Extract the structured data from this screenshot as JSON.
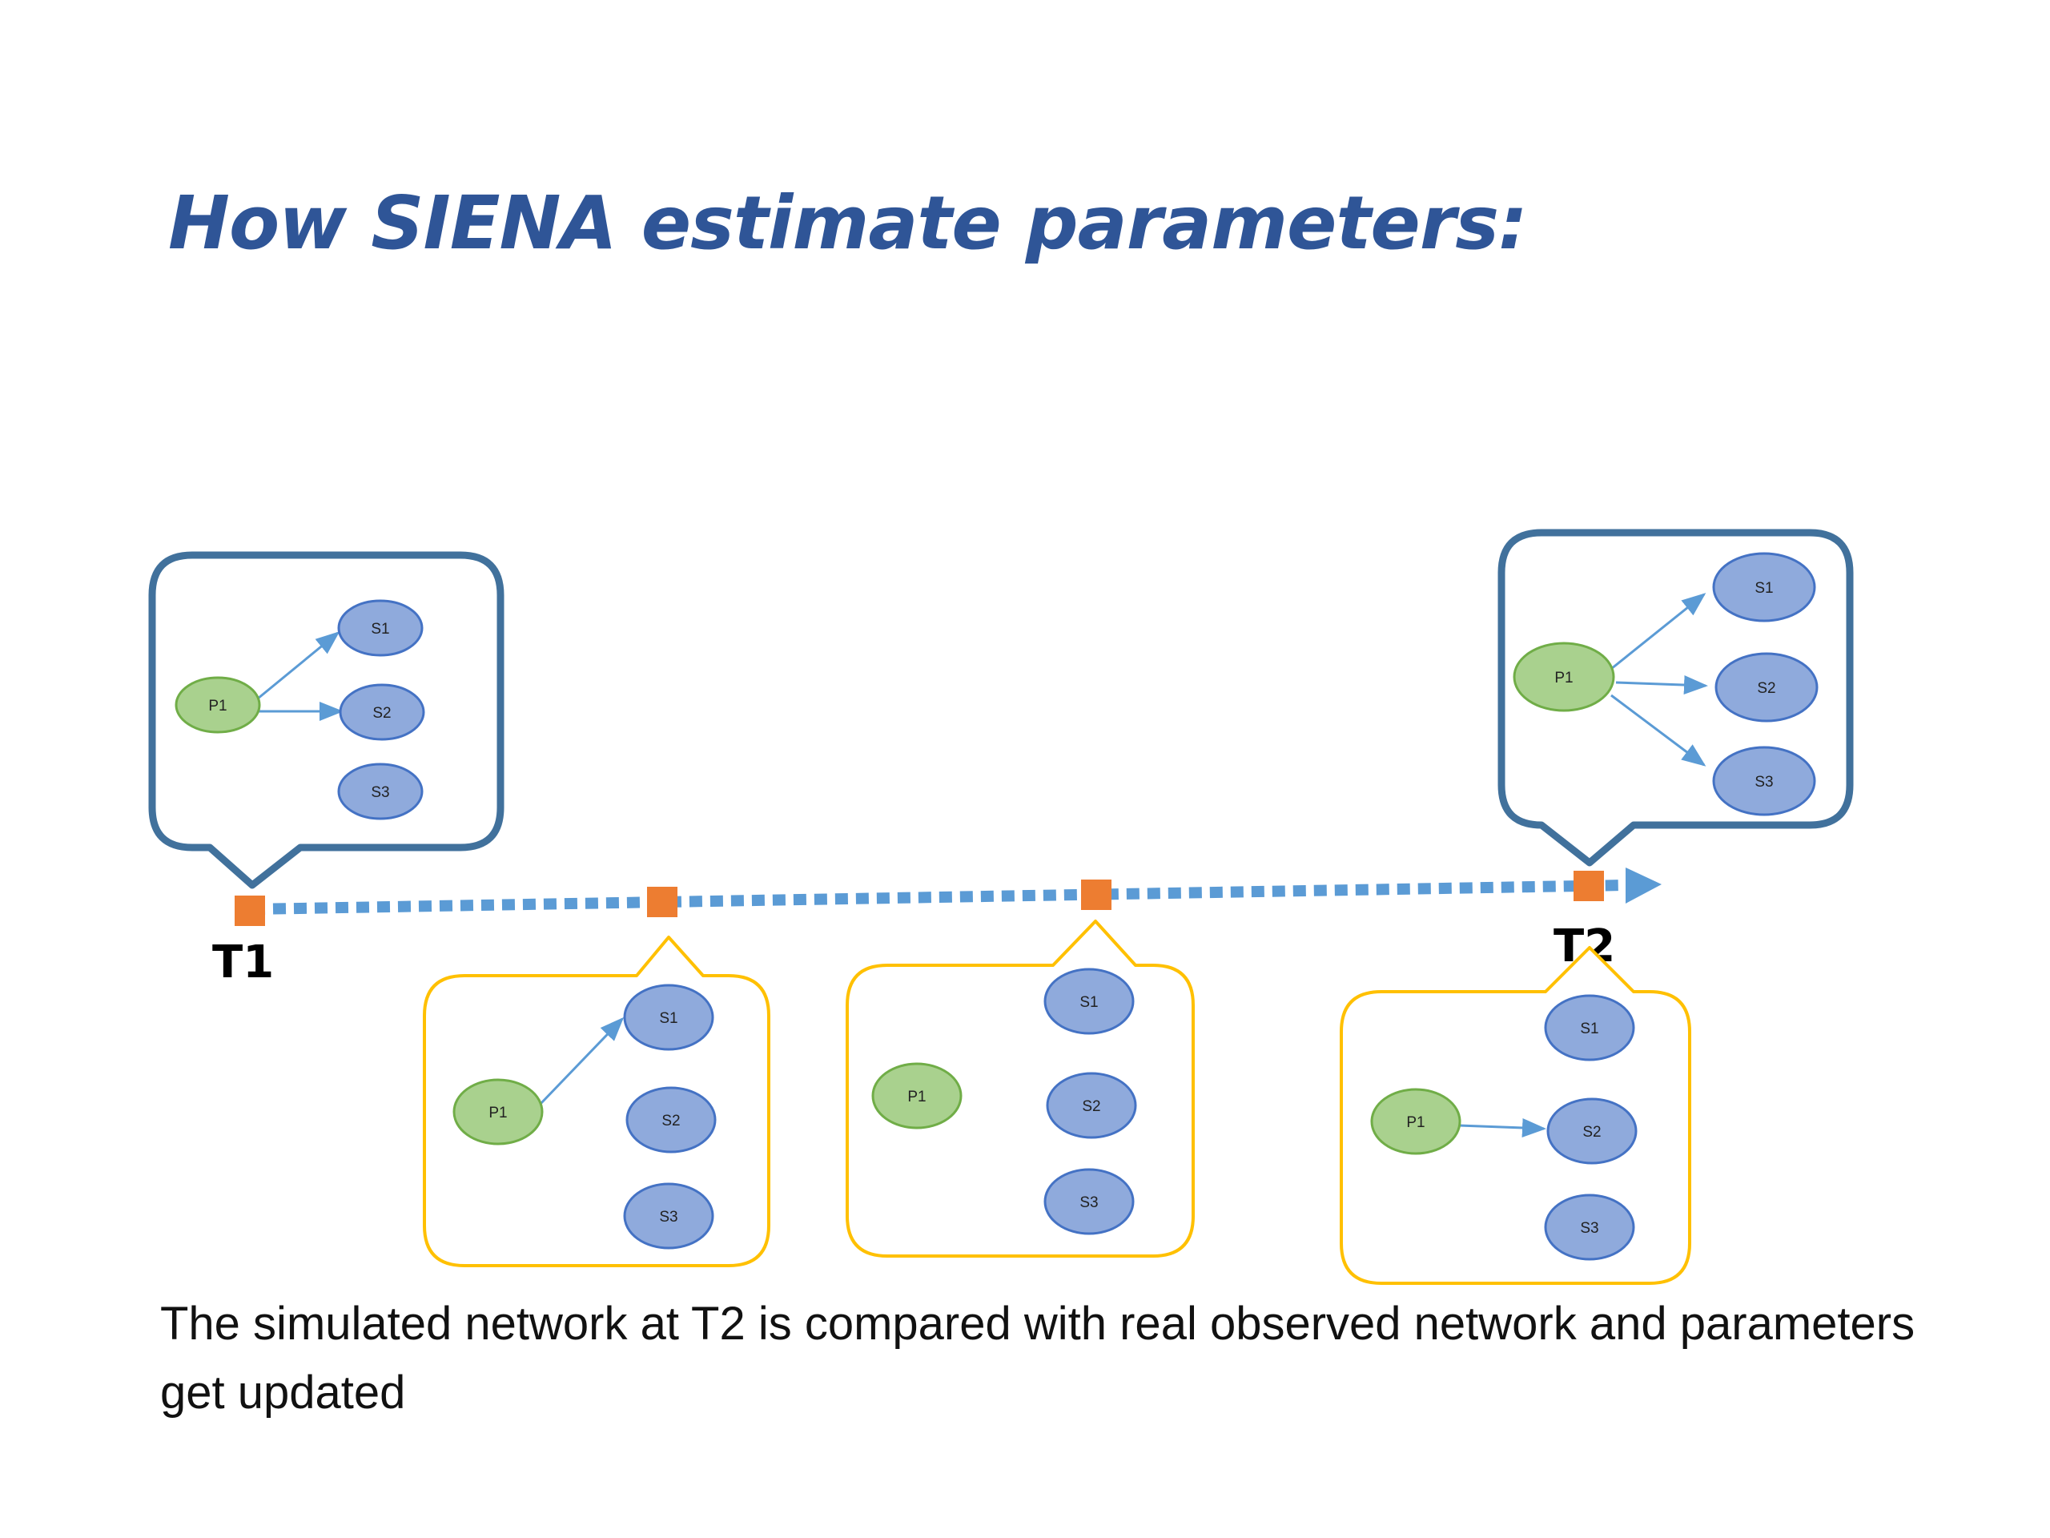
{
  "slide": {
    "title": "How SIENA estimate parameters:",
    "caption": "The simulated network at T2 is compared with real observed network and parameters get updated"
  },
  "timeline": {
    "start_label": "T1",
    "end_label": "T2"
  },
  "nodes": {
    "p1": "P1",
    "s1": "S1",
    "s2": "S2",
    "s3": "S3"
  },
  "colors": {
    "title": "#2f5597",
    "timeline": "#5b9bd5",
    "marker": "#ed7d31",
    "observed_callout": "#41719c",
    "simulated_callout": "#ffc000",
    "p_node_fill": "#a9d18e",
    "s_node_fill": "#8faadc",
    "edge": "#5b9bd5"
  }
}
